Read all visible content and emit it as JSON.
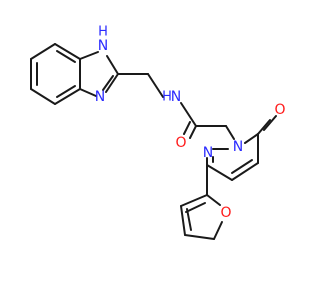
{
  "molecule": {
    "atoms": {
      "nh_imidazole": {
        "text": "N",
        "sub": "H",
        "color": "#2b2bff"
      },
      "n_imidazole": {
        "text": "N",
        "color": "#2b2bff"
      },
      "nh_amide": {
        "text": "N",
        "sub": "H",
        "color": "#2b2bff"
      },
      "o_amide": {
        "text": "O",
        "color": "#ff1a1a"
      },
      "n_pyridazinone_1": {
        "text": "N",
        "color": "#2b2bff"
      },
      "n_pyridazinone_2": {
        "text": "N",
        "color": "#2b2bff"
      },
      "o_pyridazinone": {
        "text": "O",
        "color": "#ff1a1a"
      },
      "o_furan": {
        "text": "O",
        "color": "#ff1a1a"
      }
    }
  }
}
